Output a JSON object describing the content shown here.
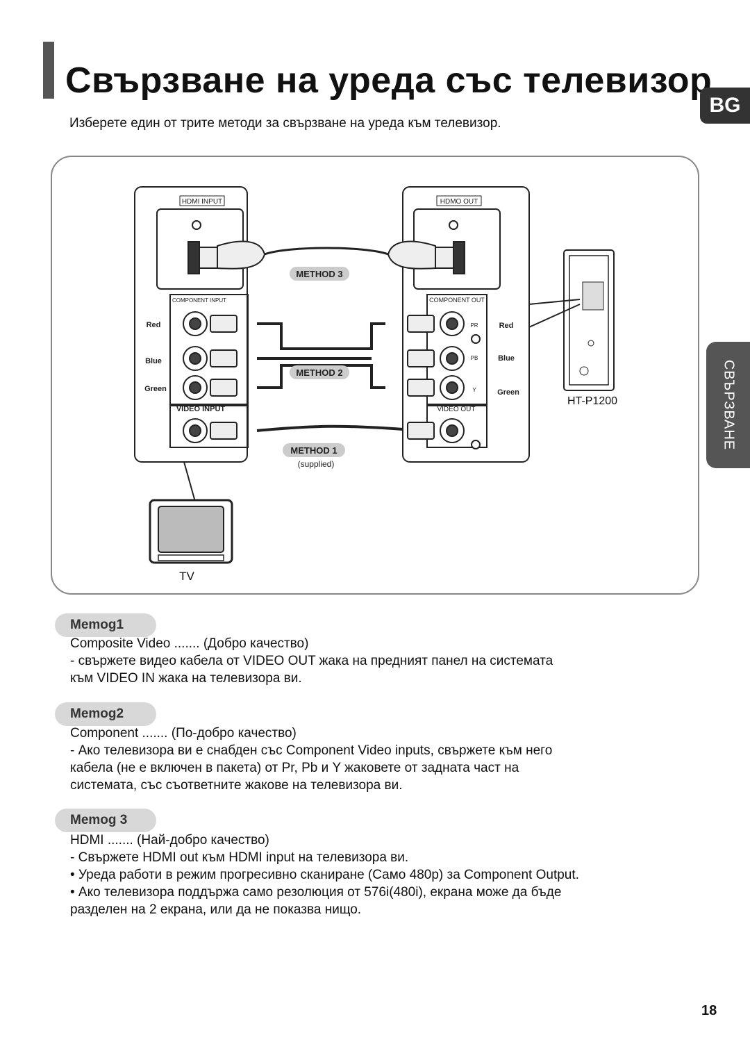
{
  "title": "Свързване на уреда със телевизор",
  "lang_tab": "BG",
  "side_tab": "СВЪРЗВАНЕ",
  "intro": "Изберете един от трите методи за свързване на уреда към телевизор.",
  "diagram": {
    "tv_panel": {
      "hdmi_label": "HDMI INPUT",
      "component_label": "COMPONENT INPUT",
      "video_label": "VIDEO INPUT",
      "colors": [
        "Red",
        "Blue",
        "Green"
      ]
    },
    "unit_panel": {
      "hdmi_label": "HDMO OUT",
      "component_label": "COMPONENT OUT",
      "video_label": "VIDEO OUT",
      "jack_marks": [
        "PR",
        "PB",
        "Y"
      ],
      "colors": [
        "Red",
        "Blue",
        "Green"
      ]
    },
    "methods": [
      "METHOD 3",
      "METHOD 2",
      "METHOD 1"
    ],
    "supplied": "(supplied)",
    "device_name": "HT-P1200",
    "tv_label": "TV"
  },
  "memos": [
    {
      "badge": "Memog1",
      "lines": [
        "Composite Video ....... (Добро качество)",
        "- свържете видео кабела от VIDEO OUT жака на предният панел на системата",
        "към VIDEO IN жака на телевизора ви."
      ]
    },
    {
      "badge": "Memog2",
      "lines": [
        "Component ....... (По-добро качество)",
        "- Ако телевизора ви е снабден със Component Video inputs, свържете към него",
        "кабела (не е включен в пакета) от Pr, Pb и Y жаковете от задната част на",
        "системата, със съответните жакове на телевизора ви."
      ]
    },
    {
      "badge": "Memog 3",
      "lines": [
        "HDMI ....... (Най-добро качество)",
        "- Свържете HDMI out към HDMI input на телевизора ви.",
        "• Уреда работи в режим прогресивно сканиране (Само 480p) за Component Output.",
        "• Ако телевизора поддържа само резолюция от 576i(480i), екрана може да бъде",
        "разделен на 2 екрана, или да не показва нищо."
      ]
    }
  ],
  "page_number": "18"
}
